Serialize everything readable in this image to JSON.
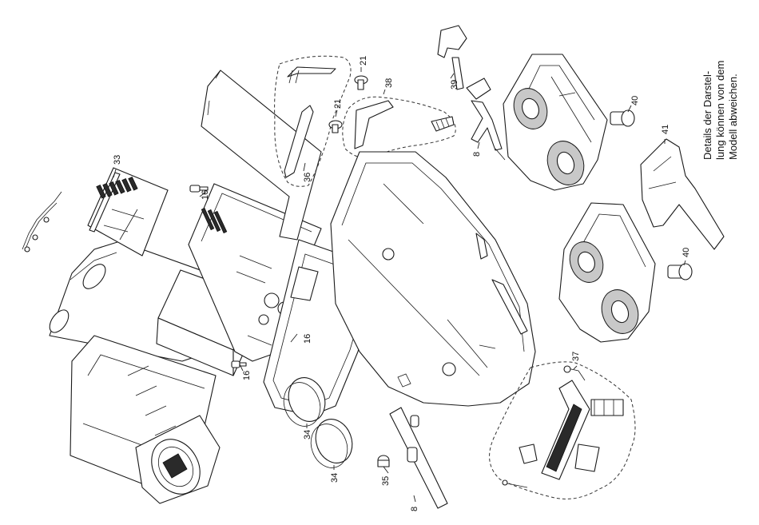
{
  "note": {
    "lines": [
      "Details der Darstel-",
      "lung können von dem",
      "Modell abweichen."
    ]
  },
  "callouts": {
    "c8a": "8",
    "c8b": "8",
    "c16a": "16",
    "c16b": "16",
    "c16c": "16",
    "c21a": "21",
    "c21b": "21",
    "c33": "33",
    "c34a": "34",
    "c34b": "34",
    "c35": "35",
    "c36": "36",
    "c37": "37",
    "c38": "38",
    "c39": "39",
    "c40a": "40",
    "c40b": "40",
    "c41": "41"
  }
}
